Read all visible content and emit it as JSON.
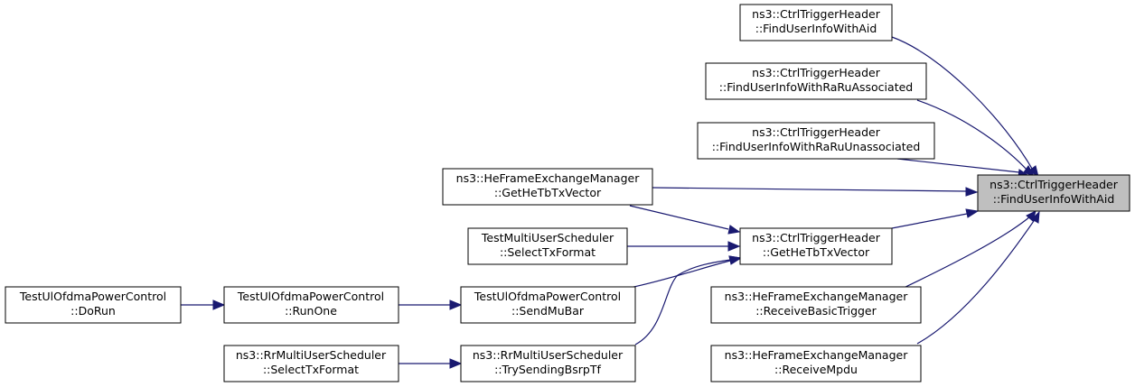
{
  "nodes": {
    "target": {
      "line1": "ns3::CtrlTriggerHeader",
      "line2": "::FindUserInfoWithAid"
    },
    "find_aid": {
      "line1": "ns3::CtrlTriggerHeader",
      "line2": "::FindUserInfoWithAid"
    },
    "find_ra_assoc": {
      "line1": "ns3::CtrlTriggerHeader",
      "line2": "::FindUserInfoWithRaRuAssociated"
    },
    "find_ra_unassoc": {
      "line1": "ns3::CtrlTriggerHeader",
      "line2": "::FindUserInfoWithRaRuUnassociated"
    },
    "hefem_get_vec": {
      "line1": "ns3::HeFrameExchangeManager",
      "line2": "::GetHeTbTxVector"
    },
    "ctrl_get_vec": {
      "line1": "ns3::CtrlTriggerHeader",
      "line2": "::GetHeTbTxVector"
    },
    "test_mus_select": {
      "line1": "TestMultiUserScheduler",
      "line2": "::SelectTxFormat"
    },
    "test_ul_dorun": {
      "line1": "TestUlOfdmaPowerControl",
      "line2": "::DoRun"
    },
    "test_ul_runone": {
      "line1": "TestUlOfdmaPowerControl",
      "line2": "::RunOne"
    },
    "test_ul_sendmubar": {
      "line1": "TestUlOfdmaPowerControl",
      "line2": "::SendMuBar"
    },
    "rr_select": {
      "line1": "ns3::RrMultiUserScheduler",
      "line2": "::SelectTxFormat"
    },
    "rr_bsrp": {
      "line1": "ns3::RrMultiUserScheduler",
      "line2": "::TrySendingBsrpTf"
    },
    "hefem_basic_trigger": {
      "line1": "ns3::HeFrameExchangeManager",
      "line2": "::ReceiveBasicTrigger"
    },
    "hefem_mpdu": {
      "line1": "ns3::HeFrameExchangeManager",
      "line2": "::ReceiveMpdu"
    }
  },
  "colors": {
    "edge": "#191970",
    "current_fill": "#bfbfbf",
    "node_fill": "#ffffff"
  }
}
